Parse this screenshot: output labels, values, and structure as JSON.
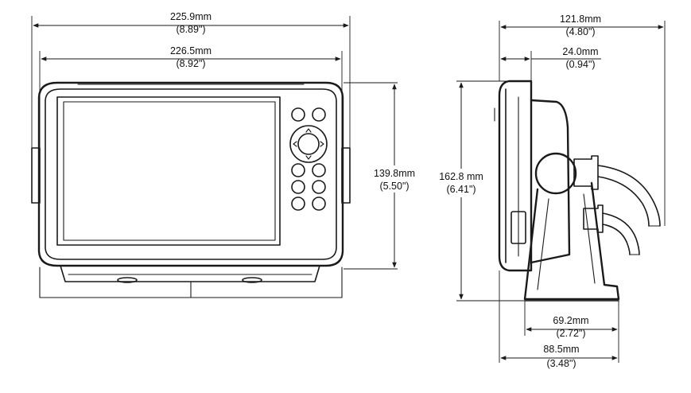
{
  "front_view": {
    "overall_width": {
      "metric": "225.9mm",
      "imperial": "(8.89\")"
    },
    "bracket_width": {
      "metric": "226.5mm",
      "imperial": "(8.92\")"
    },
    "height": {
      "metric": "139.8mm",
      "imperial": "(5.50\")"
    }
  },
  "side_view": {
    "overall_depth": {
      "metric": "121.8mm",
      "imperial": "(4.80\")"
    },
    "bezel_depth": {
      "metric": "24.0mm",
      "imperial": "(0.94\")"
    },
    "overall_height": {
      "metric": "162.8 mm",
      "imperial": "(6.41\")"
    },
    "mount_depth": {
      "metric": "69.2mm",
      "imperial": "(2.72\")"
    },
    "base_depth": {
      "metric": "88.5mm",
      "imperial": "(3.48\")"
    }
  }
}
